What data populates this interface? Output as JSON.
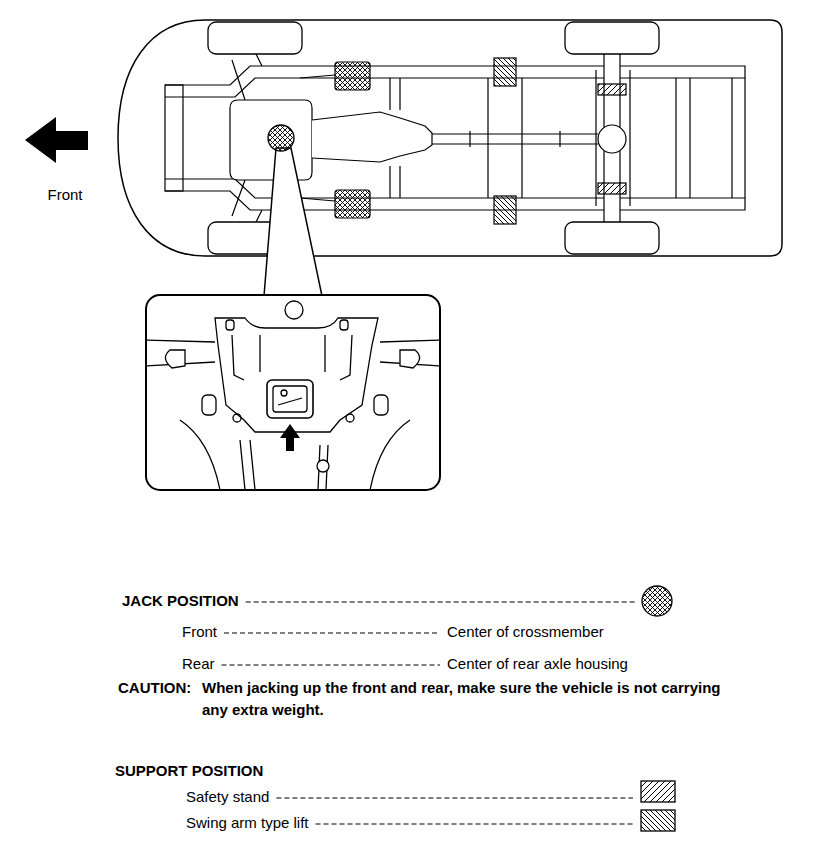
{
  "diagram": {
    "labels": [
      "Front",
      "Front",
      "Center of crossmember",
      "Rear",
      "Center of rear axle housing",
      "CAUTION:",
      "When jacking up the front and rear, make sure the vehicle is not carrying any extra weight.",
      "SUPPORT POSITION"
    ],
    "legend": [
      {
        "text": "JACK POSITION"
      },
      {
        "text": "Safety stand"
      },
      {
        "text": "Swing arm type lift"
      }
    ]
  }
}
